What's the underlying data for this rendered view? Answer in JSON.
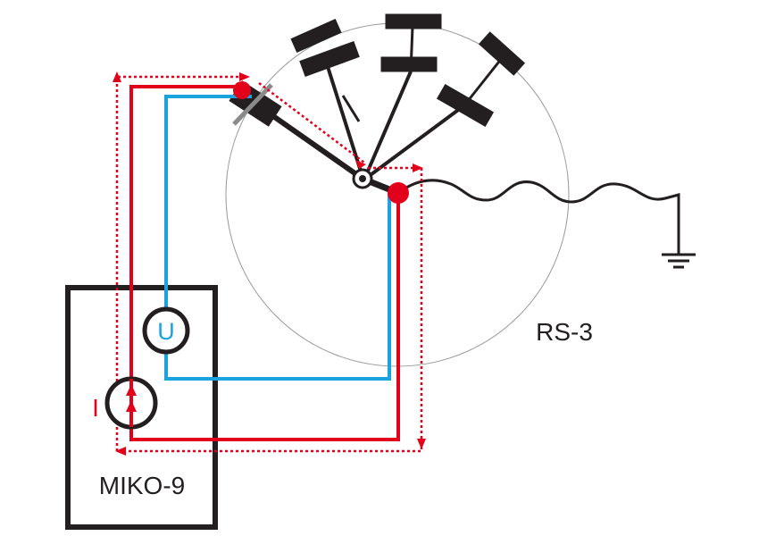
{
  "labels": {
    "device": "MIKO-9",
    "switch": "RS-3",
    "voltage_symbol": "U",
    "current_symbol": "I"
  },
  "colors": {
    "current_loop": "#e3001b",
    "voltage_loop": "#1ba3de",
    "outline": "#231f20",
    "contact_point": "#e3001b",
    "rotation_circle": "#9a9a9a"
  },
  "icons": {
    "ground": "ground-icon",
    "voltmeter": "voltmeter-icon",
    "current_source": "current-source-icon"
  }
}
